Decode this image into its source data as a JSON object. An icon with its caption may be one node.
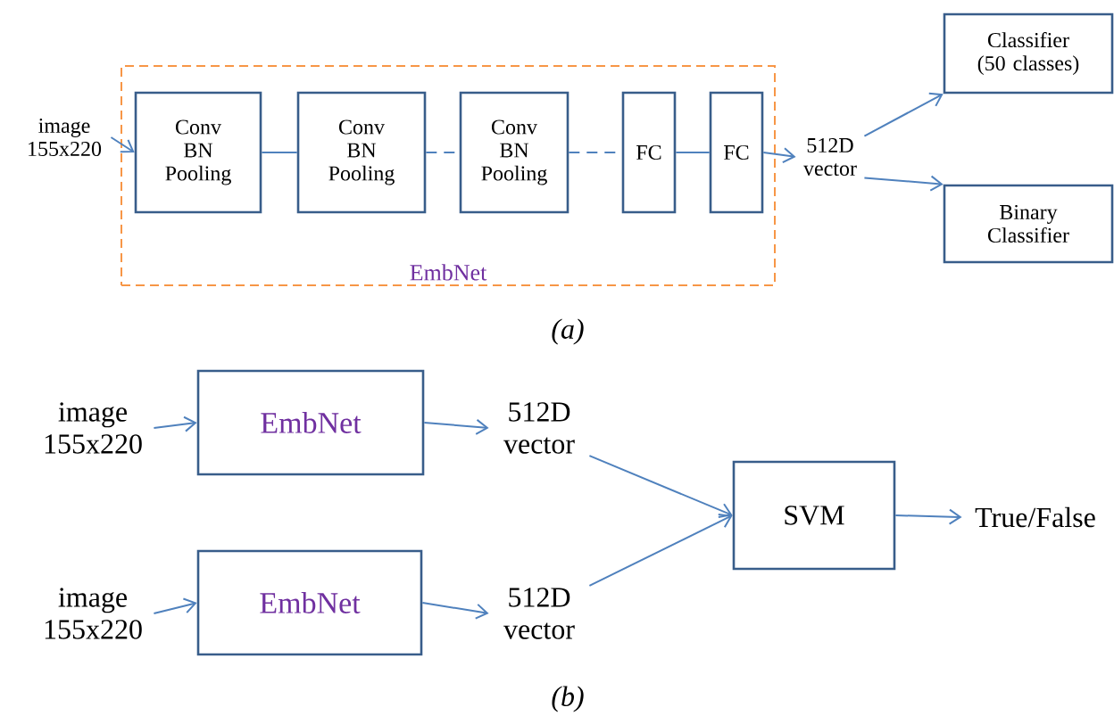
{
  "diagram": {
    "nodes": [
      {
        "text": [
          "EmbNet"
        ]
      },
      {
        "text": [
          "image 155x220"
        ]
      },
      {
        "text": [
          "Conv BN Pooling"
        ],
        "in": 0
      },
      {
        "text": [
          "Conv BN Pooling"
        ],
        "in": 0
      },
      {
        "text": [
          "Conv BN Pooling"
        ],
        "in": 0
      },
      {
        "text": [
          "FC"
        ],
        "in": 0
      },
      {
        "text": [
          "FC"
        ],
        "in": 0
      },
      {
        "text": [
          "512D vector"
        ]
      },
      {
        "text": [
          "Classifier (50 classes)"
        ]
      },
      {
        "text": [
          "Binary Classifier"
        ]
      },
      {
        "text": [
          "image 155x220"
        ]
      },
      {
        "text": [
          "EmbNet"
        ]
      },
      {
        "text": [
          "512D vector"
        ]
      },
      {
        "text": [
          "image 155x220"
        ]
      },
      {
        "text": [
          "EmbNet"
        ]
      },
      {
        "text": [
          "512D vector"
        ]
      },
      {
        "text": [
          "SVM"
        ]
      },
      {
        "text": [
          "True/False"
        ]
      }
    ],
    "edges": [
      {
        "from": 1,
        "to": 2,
        "arrow": "to"
      },
      {
        "from": 2,
        "to": 3,
        "arrow": "none"
      },
      {
        "from": 3,
        "to": 4,
        "arrow": "none",
        "style": "dashed"
      },
      {
        "from": 4,
        "to": 5,
        "arrow": "none",
        "style": "dashed"
      },
      {
        "from": 5,
        "to": 6,
        "arrow": "none"
      },
      {
        "from": 6,
        "to": 7,
        "arrow": "to"
      },
      {
        "from": 7,
        "to": 8,
        "arrow": "to"
      },
      {
        "from": 7,
        "to": 9,
        "arrow": "to"
      },
      {
        "from": 10,
        "to": 11,
        "arrow": "to"
      },
      {
        "from": 11,
        "to": 12,
        "arrow": "to"
      },
      {
        "from": 12,
        "to": 16,
        "arrow": "to"
      },
      {
        "from": 13,
        "to": 14,
        "arrow": "to"
      },
      {
        "from": 14,
        "to": 15,
        "arrow": "to"
      },
      {
        "from": 15,
        "to": 16,
        "arrow": "to"
      },
      {
        "from": 16,
        "to": 17,
        "arrow": "to"
      }
    ],
    "labels": [
      "(a)",
      "(b)"
    ]
  }
}
